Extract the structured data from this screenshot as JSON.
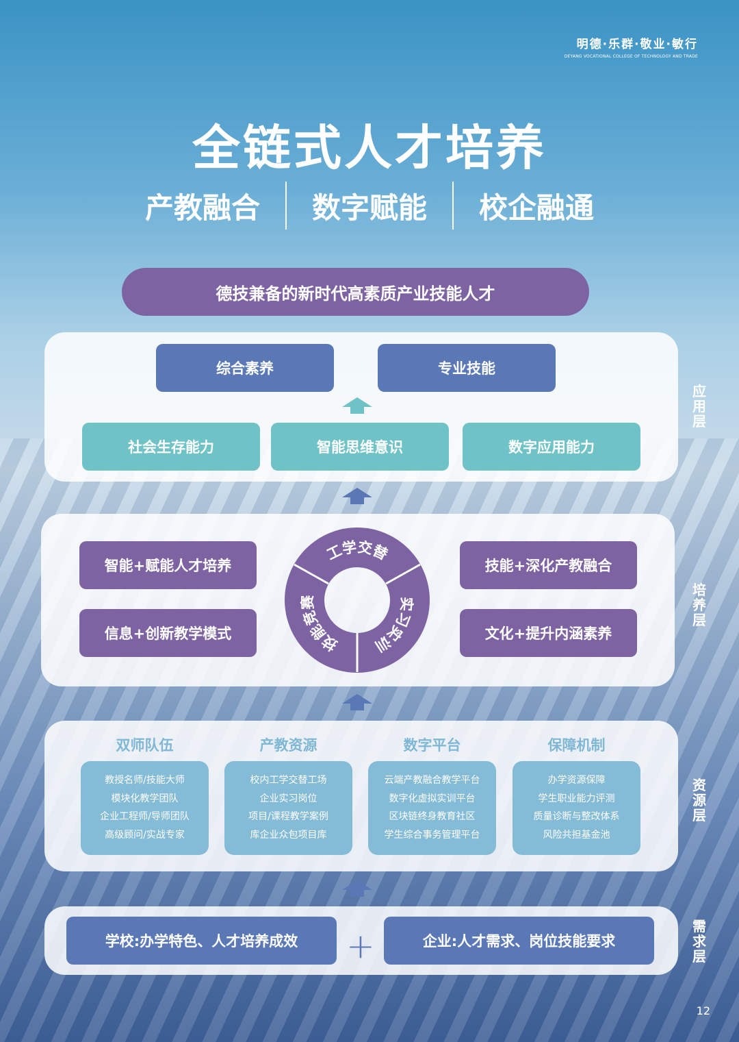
{
  "header": {
    "motto": "明德·乐群·敬业·敏行",
    "school_en": "DEYANG VOCATIONAL COLLEGE OF TECHNOLOGY AND TRADE"
  },
  "title": "全链式人才培养",
  "subtitles": [
    "产教融合",
    "数字赋能",
    "校企融通"
  ],
  "goal": "德技兼备的新时代高素质产业技能人才",
  "application": {
    "layer": "应用层",
    "top": [
      "综合素养",
      "专业技能"
    ],
    "bottom": [
      "社会生存能力",
      "智能思维意识",
      "数字应用能力"
    ]
  },
  "training": {
    "layer": "培养层",
    "left": [
      "智能+赋能人才培养",
      "信息+创新教学模式"
    ],
    "right": [
      "技能+深化产教融合",
      "文化+提升内涵素养"
    ],
    "ring": [
      "工学交替",
      "实习实训",
      "技能竞赛"
    ]
  },
  "resource": {
    "layer": "资源层",
    "columns": [
      {
        "title": "双师队伍",
        "items": [
          "教授名师/技能大师",
          "模块化教学团队",
          "企业工程师/导师团队",
          "高级顾问/实战专家"
        ]
      },
      {
        "title": "产教资源",
        "items": [
          "校内工学交替工场",
          "企业实习岗位",
          "项目/课程教学案例",
          "库企业众包项目库"
        ]
      },
      {
        "title": "数字平台",
        "items": [
          "云端产教融合教学平台",
          "数字化虚拟实训平台",
          "区块链终身教育社区",
          "学生综合事务管理平台"
        ]
      },
      {
        "title": "保障机制",
        "items": [
          "办学资源保障",
          "学生职业能力评测",
          "质量诊断与整改体系",
          "风险共担基金池"
        ]
      }
    ]
  },
  "demand": {
    "layer": "需求层",
    "school": "学校:办学特色、人才培养成效",
    "plus": "+",
    "enterprise": "企业:人才需求、岗位技能要求"
  },
  "page_number": "12"
}
